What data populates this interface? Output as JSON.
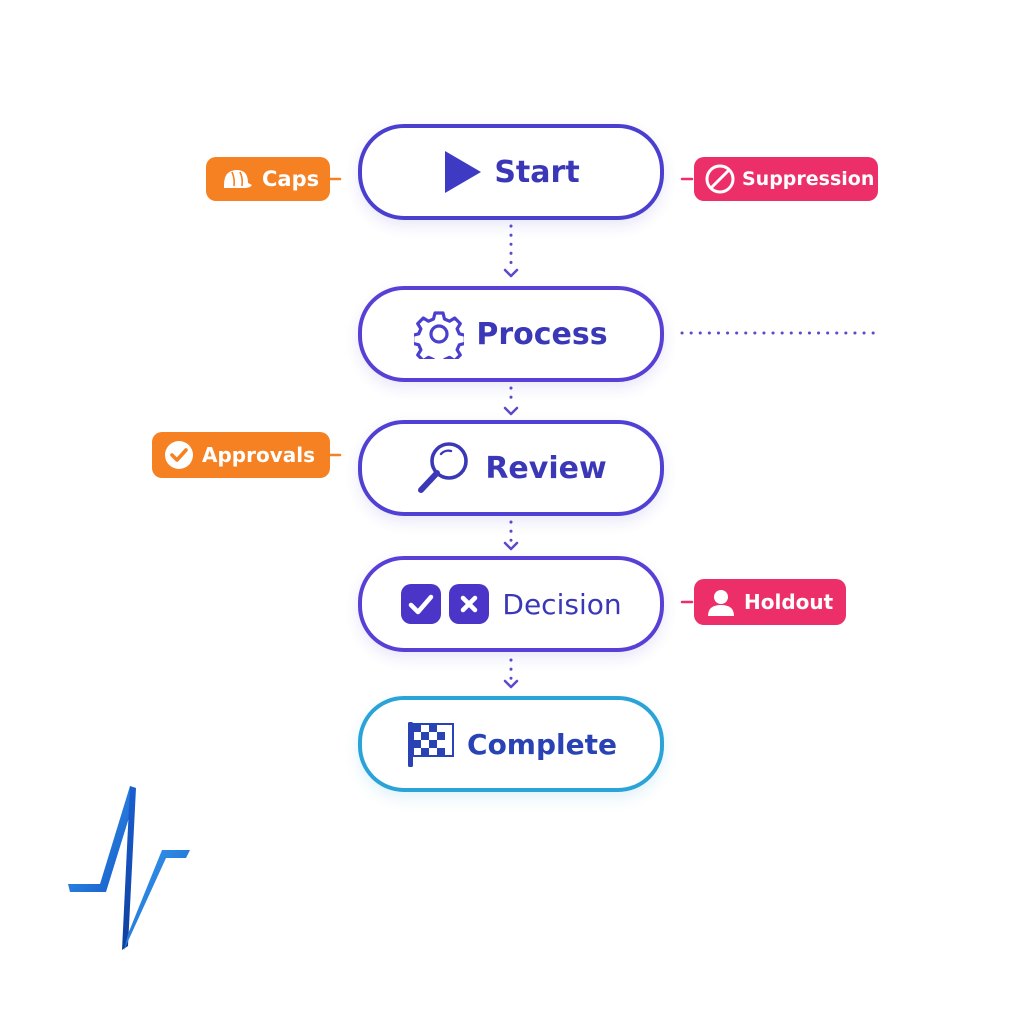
{
  "diagram": {
    "nodes": [
      {
        "id": "start",
        "label": "Start",
        "icon": "play-icon"
      },
      {
        "id": "process",
        "label": "Process",
        "icon": "gear-icon"
      },
      {
        "id": "review",
        "label": "Review",
        "icon": "magnifier-icon"
      },
      {
        "id": "decision",
        "label": "Decision",
        "icon": "check-x-icons"
      },
      {
        "id": "complete",
        "label": "Complete",
        "icon": "checkered-flag-icon"
      }
    ],
    "tags": [
      {
        "id": "caps",
        "label": "Caps",
        "icon": "cap-icon",
        "color": "#f68123",
        "attached_to": "start"
      },
      {
        "id": "suppression",
        "label": "Suppression",
        "icon": "prohibited-icon",
        "color": "#ec2f68",
        "attached_to": "start"
      },
      {
        "id": "approvals",
        "label": "Approvals",
        "icon": "checkmark-circle-icon",
        "color": "#f68123",
        "attached_to": "review"
      },
      {
        "id": "holdout",
        "label": "Holdout",
        "icon": "person-icon",
        "color": "#ec2f68",
        "attached_to": "decision"
      }
    ],
    "colors": {
      "node_border": "#4a3fcf",
      "final_node_border": "#2aa3d8",
      "text": "#3b38b8",
      "connector": "#5a4bc8"
    }
  },
  "logo": {
    "name": "zigzag-logo"
  }
}
